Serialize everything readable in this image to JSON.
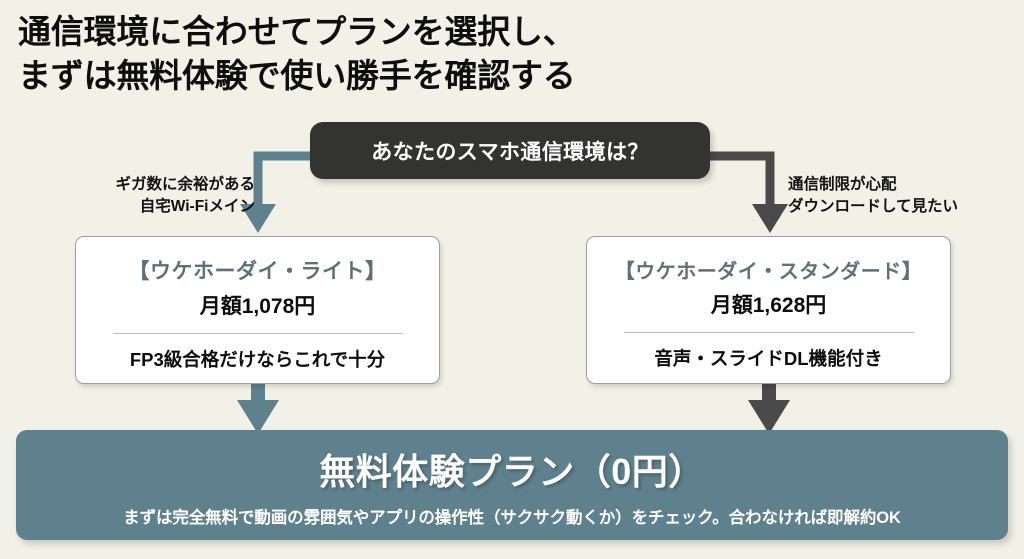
{
  "page": {
    "background_color": "#f2f1e7",
    "accent_teal": "#5f818d",
    "accent_dark": "#4a4a4a",
    "pill_color": "#333331"
  },
  "title": {
    "line1": "通信環境に合わせてプランを選択し、",
    "line2": "まずは無料体験で使い勝手を確認する"
  },
  "question": {
    "text": "あなたのスマホ通信環境は？"
  },
  "branches": [
    {
      "side": "left",
      "line1": "ギガ数に余裕がある",
      "line2": "自宅Wi-Fiメイン",
      "connector_color": "#5f818d"
    },
    {
      "side": "right",
      "line1": "通信制限が心配",
      "line2": "ダウンロードして見たい",
      "connector_color": "#4a4a4a"
    }
  ],
  "cards": [
    {
      "title": "【ウケホーダイ・ライト】",
      "price": "月額1,078円",
      "note": "FP3級合格だけならこれで十分"
    },
    {
      "title": "【ウケホーダイ・スタンダード】",
      "price": "月額1,628円",
      "note": "音声・スライドDL機能付き"
    }
  ],
  "banner": {
    "title": "無料体験プラン（0円）",
    "subtitle": "まずは完全無料で動画の雰囲気やアプリの操作性（サクサク動くか）をチェック。合わなければ即解約OK"
  }
}
